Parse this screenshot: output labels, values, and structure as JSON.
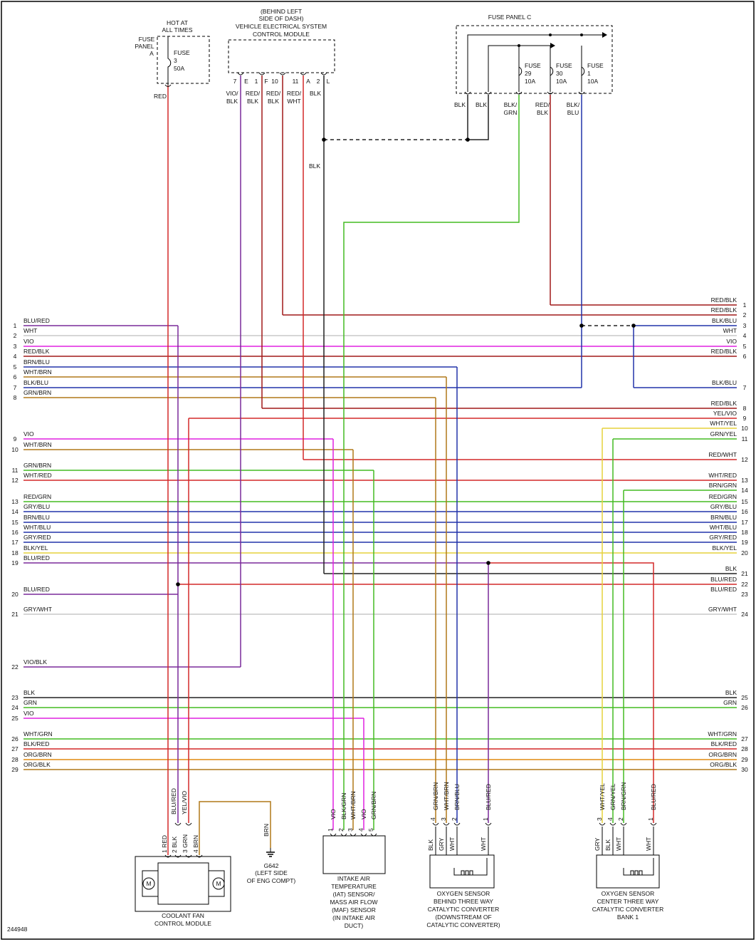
{
  "drawing_id": "244948",
  "colors": {
    "RED": "#d42828",
    "BLK": "#222222",
    "VIO": "#e020e0",
    "GRN": "#44bb22",
    "BLU": "#2233aa",
    "WHT": "#c8c8c8",
    "BRN": "#b07818",
    "YEL": "#e6d23c",
    "ORG": "#e08a10",
    "GRY": "#8a8a8a",
    "DKRED": "#a01818",
    "PURP": "#7a2a9a"
  },
  "fuse_panel_a": {
    "title": [
      "HOT AT",
      "ALL TIMES"
    ],
    "panel_label": [
      "FUSE",
      "PANEL",
      "A"
    ],
    "fuse": [
      "FUSE",
      "3",
      "50A"
    ],
    "wire_label": "RED"
  },
  "vesc_module": {
    "title": [
      "(BEHIND LEFT",
      "SIDE OF DASH)",
      "VEHICLE ELECTRICAL SYSTEM",
      "CONTROL MODULE"
    ],
    "pins": [
      "7",
      "E",
      "1",
      "F",
      "10",
      "11",
      "A",
      "2",
      "L"
    ],
    "wire_labels": [
      [
        "VIO/",
        "BLK"
      ],
      [
        "RED/",
        "BLK"
      ],
      [
        "RED/",
        "BLK"
      ],
      [
        "RED/",
        "WHT"
      ],
      [
        "BLK"
      ]
    ]
  },
  "fuse_panel_c": {
    "title": "FUSE PANEL C",
    "fuses": [
      [
        "FUSE",
        "29",
        "10A"
      ],
      [
        "FUSE",
        "30",
        "10A"
      ],
      [
        "FUSE",
        "1",
        "10A"
      ]
    ],
    "wire_labels": [
      [
        "BLK"
      ],
      [
        "BLK"
      ],
      [
        "BLK/",
        "GRN"
      ],
      [
        "RED/",
        "BLK"
      ],
      [
        "BLK/",
        "BLU"
      ]
    ]
  },
  "blk_mid_label": "BLK",
  "left_wires": [
    {
      "num": "1",
      "label": "BLU/RED"
    },
    {
      "num": "2",
      "label": "WHT"
    },
    {
      "num": "3",
      "label": "VIO"
    },
    {
      "num": "4",
      "label": "RED/BLK"
    },
    {
      "num": "5",
      "label": "BRN/BLU"
    },
    {
      "num": "6",
      "label": "WHT/BRN"
    },
    {
      "num": "7",
      "label": "BLK/BLU"
    },
    {
      "num": "8",
      "label": "GRN/BRN"
    },
    {
      "num": "9",
      "label": "VIO"
    },
    {
      "num": "10",
      "label": "WHT/BRN"
    },
    {
      "num": "11",
      "label": "GRN/BRN"
    },
    {
      "num": "12",
      "label": "WHT/RED"
    },
    {
      "num": "13",
      "label": "RED/GRN"
    },
    {
      "num": "14",
      "label": "GRY/BLU"
    },
    {
      "num": "15",
      "label": "BRN/BLU"
    },
    {
      "num": "16",
      "label": "WHT/BLU"
    },
    {
      "num": "17",
      "label": "GRY/RED"
    },
    {
      "num": "18",
      "label": "BLK/YEL"
    },
    {
      "num": "19",
      "label": "BLU/RED"
    },
    {
      "num": "20",
      "label": "BLU/RED"
    },
    {
      "num": "21",
      "label": "GRY/WHT"
    },
    {
      "num": "22",
      "label": "VIO/BLK"
    },
    {
      "num": "23",
      "label": "BLK"
    },
    {
      "num": "24",
      "label": "GRN"
    },
    {
      "num": "25",
      "label": "VIO"
    },
    {
      "num": "26",
      "label": "WHT/GRN"
    },
    {
      "num": "27",
      "label": "BLK/RED"
    },
    {
      "num": "28",
      "label": "ORG/BRN"
    },
    {
      "num": "29",
      "label": "ORG/BLK"
    }
  ],
  "right_wires": [
    {
      "num": "1",
      "label": "RED/BLK"
    },
    {
      "num": "2",
      "label": "RED/BLK"
    },
    {
      "num": "3",
      "label": "BLK/BLU"
    },
    {
      "num": "4",
      "label": "WHT"
    },
    {
      "num": "5",
      "label": "VIO"
    },
    {
      "num": "6",
      "label": "RED/BLK"
    },
    {
      "num": "7",
      "label": "BLK/BLU"
    },
    {
      "num": "8",
      "label": "RED/BLK"
    },
    {
      "num": "9",
      "label": "YEL/VIO"
    },
    {
      "num": "10",
      "label": "WHT/YEL"
    },
    {
      "num": "11",
      "label": "GRN/YEL"
    },
    {
      "num": "12",
      "label": "RED/WHT"
    },
    {
      "num": "13",
      "label": "WHT/RED"
    },
    {
      "num": "14",
      "label": "BRN/GRN"
    },
    {
      "num": "15",
      "label": "RED/GRN"
    },
    {
      "num": "16",
      "label": "GRY/BLU"
    },
    {
      "num": "17",
      "label": "BRN/BLU"
    },
    {
      "num": "18",
      "label": "WHT/BLU"
    },
    {
      "num": "19",
      "label": "GRY/RED"
    },
    {
      "num": "20",
      "label": "BLK/YEL"
    },
    {
      "num": "21",
      "label": "BLK"
    },
    {
      "num": "22",
      "label": "BLU/RED"
    },
    {
      "num": "23",
      "label": "BLU/RED"
    },
    {
      "num": "24",
      "label": "GRY/WHT"
    },
    {
      "num": "25",
      "label": "BLK"
    },
    {
      "num": "26",
      "label": "GRN"
    },
    {
      "num": "27",
      "label": "WHT/GRN"
    },
    {
      "num": "28",
      "label": "BLK/RED"
    },
    {
      "num": "29",
      "label": "ORG/BRN"
    },
    {
      "num": "30",
      "label": "ORG/BLK"
    }
  ],
  "coolant_fan_module": {
    "title": [
      "COOLANT FAN",
      "CONTROL MODULE"
    ],
    "pin_labels": [
      "1 RED",
      "2 BLK",
      "3 GRN",
      "4 BRN"
    ],
    "wire_labels": [
      "BLU/RED",
      "YEL/VIO"
    ],
    "motor": "M"
  },
  "ground": {
    "wire": "BRN",
    "label": [
      "G642",
      "(LEFT SIDE",
      "OF ENG COMPT)"
    ]
  },
  "maf_sensor": {
    "title": [
      "INTAKE AIR",
      "TEMPERATURE",
      "(IAT) SENSOR/",
      "MASS AIR FLOW",
      "(MAF) SENSOR",
      "(IN INTAKE AIR",
      "DUCT)"
    ],
    "pins": [
      "1",
      "2",
      "3",
      "4",
      "5"
    ],
    "wires": [
      "VIO",
      "BLK/GRN",
      "WHT/BRN",
      "VIO",
      "GRN/BRN"
    ]
  },
  "o2_downstream": {
    "title": [
      "OXYGEN SENSOR",
      "BEHIND THREE WAY",
      "CATALYTIC CONVERTER",
      "(DOWNSTREAM OF",
      "CATALYTIC CONVERTER)"
    ],
    "pins": [
      "4",
      "3",
      "2",
      "1"
    ],
    "wires": [
      "GRN/BRN",
      "WHT/BRN",
      "BRN/BLU",
      "BLU/RED"
    ],
    "inner": [
      "BLK",
      "GRY",
      "WHT",
      "WHT"
    ]
  },
  "o2_center": {
    "title": [
      "OXYGEN SENSOR",
      "CENTER THREE WAY",
      "CATALYTIC CONVERTER",
      "BANK 1"
    ],
    "pins": [
      "3",
      "4",
      "2",
      "1"
    ],
    "wires": [
      "WHT/YEL",
      "GRN/YEL",
      "BRN/GRN",
      "BLU/RED"
    ],
    "inner": [
      "GRY",
      "BLK",
      "WHT",
      "WHT"
    ]
  }
}
